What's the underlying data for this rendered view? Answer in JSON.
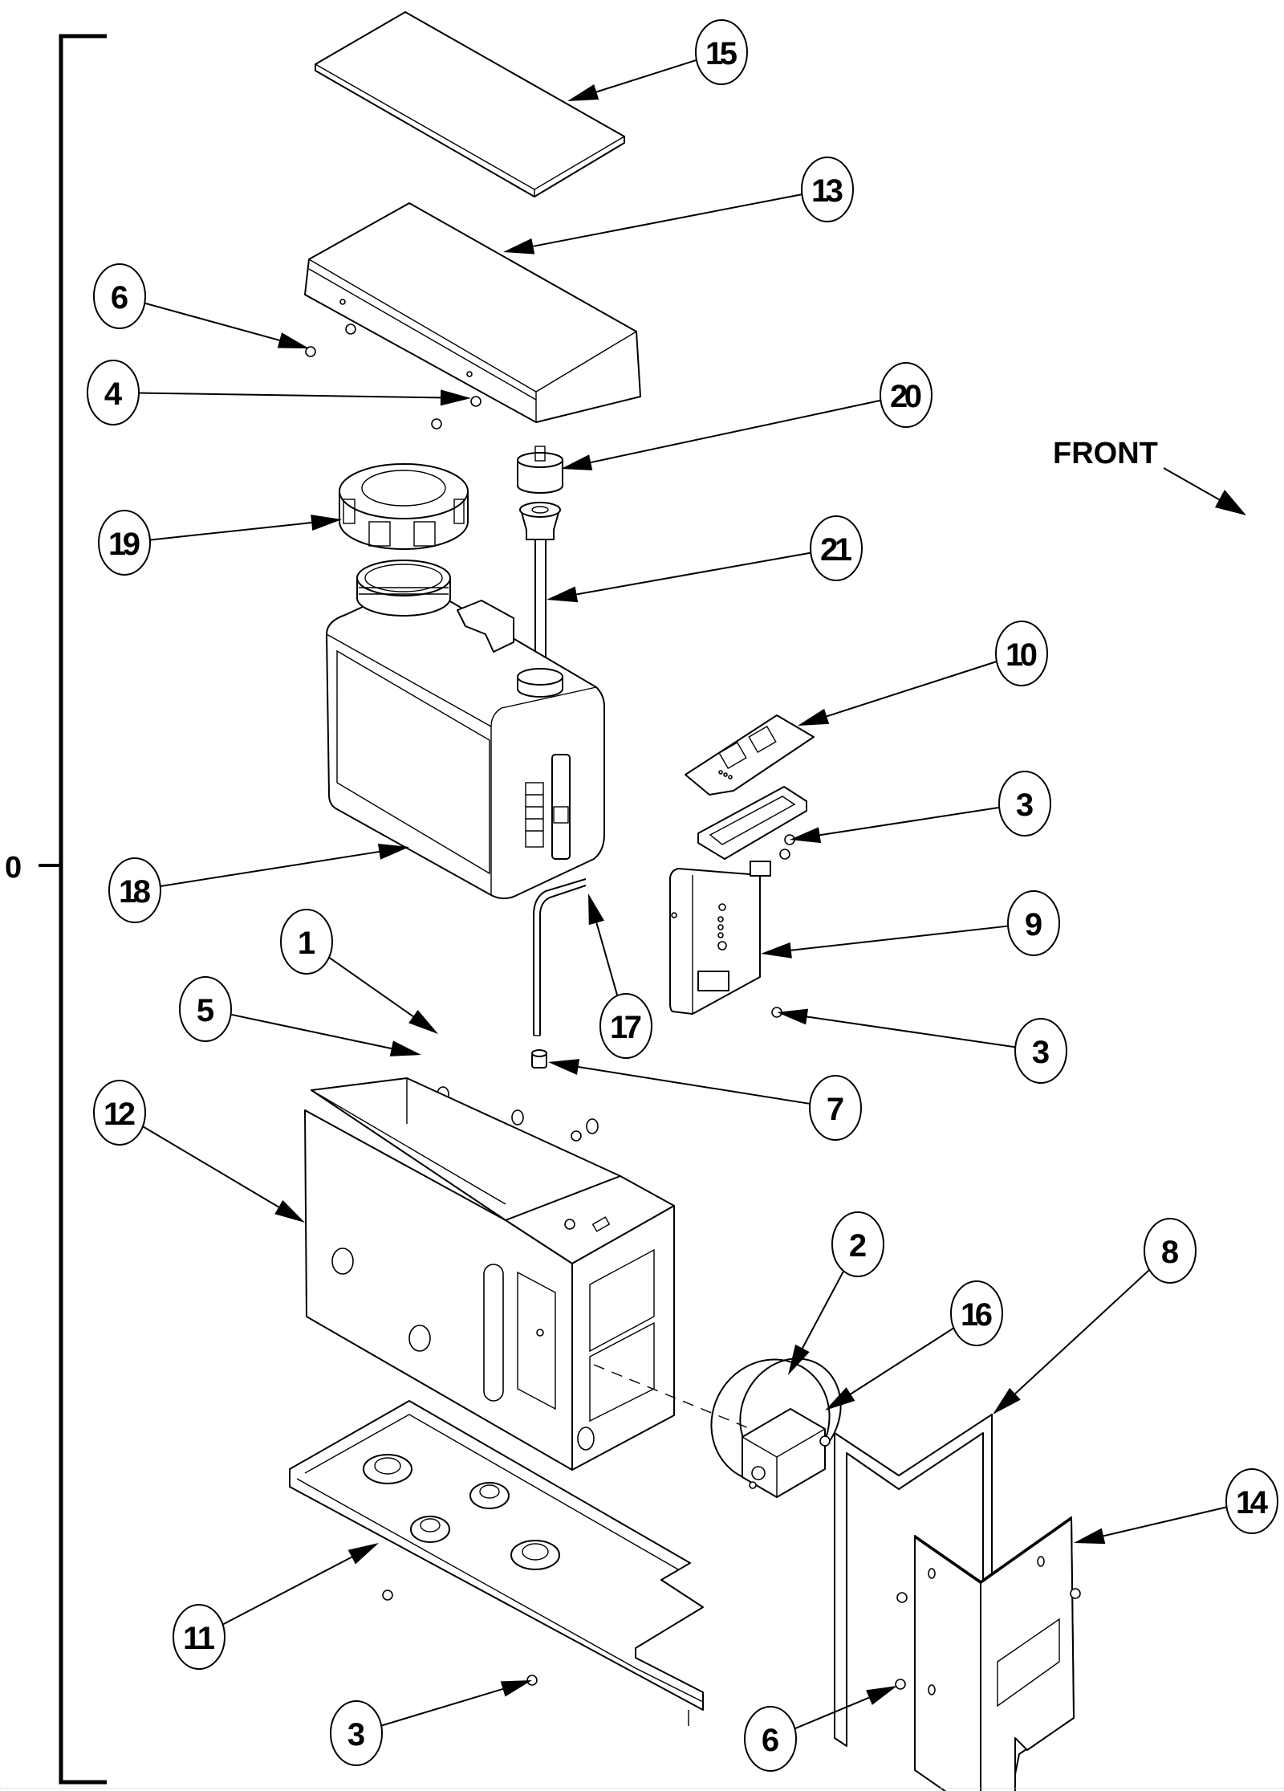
{
  "diagram": {
    "title": "Exploded parts view",
    "direction_label": "FRONT",
    "bracket_label": "0",
    "colors": {
      "line": "#000000",
      "background": "#ffffff"
    },
    "callouts": [
      {
        "id": "c15",
        "number": "15",
        "part": "lid"
      },
      {
        "id": "c13",
        "number": "13",
        "part": "cover"
      },
      {
        "id": "c6a",
        "number": "6",
        "part": "screw"
      },
      {
        "id": "c4",
        "number": "4",
        "part": "nut"
      },
      {
        "id": "c20",
        "number": "20",
        "part": "cap"
      },
      {
        "id": "c19",
        "number": "19",
        "part": "tank-cap"
      },
      {
        "id": "c21",
        "number": "21",
        "part": "dip-tube"
      },
      {
        "id": "c10",
        "number": "10",
        "part": "control-panel-label"
      },
      {
        "id": "c3a",
        "number": "3",
        "part": "nut"
      },
      {
        "id": "c18",
        "number": "18",
        "part": "tank"
      },
      {
        "id": "c9",
        "number": "9",
        "part": "control-bracket"
      },
      {
        "id": "c1",
        "number": "1",
        "part": "washer"
      },
      {
        "id": "c5",
        "number": "5",
        "part": "screw"
      },
      {
        "id": "c17",
        "number": "17",
        "part": "tube"
      },
      {
        "id": "c3b",
        "number": "3",
        "part": "nut"
      },
      {
        "id": "c7",
        "number": "7",
        "part": "fitting"
      },
      {
        "id": "c12",
        "number": "12",
        "part": "housing"
      },
      {
        "id": "c2",
        "number": "2",
        "part": "pump"
      },
      {
        "id": "c16",
        "number": "16",
        "part": "clamp"
      },
      {
        "id": "c8",
        "number": "8",
        "part": "front-bracket"
      },
      {
        "id": "c14",
        "number": "14",
        "part": "front-panel"
      },
      {
        "id": "c11",
        "number": "11",
        "part": "drip-tray"
      },
      {
        "id": "c3c",
        "number": "3",
        "part": "nut"
      },
      {
        "id": "c6b",
        "number": "6",
        "part": "screw"
      }
    ]
  }
}
